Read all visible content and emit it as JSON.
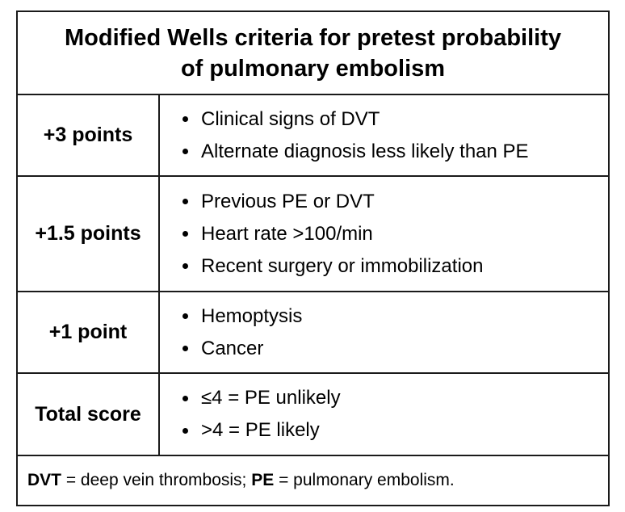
{
  "title": {
    "line1": "Modified Wells criteria for pretest probability",
    "line2": "of pulmonary embolism"
  },
  "rows": [
    {
      "label": "+3 points",
      "items": [
        "Clinical signs of DVT",
        "Alternate diagnosis less likely than PE"
      ]
    },
    {
      "label": "+1.5 points",
      "items": [
        "Previous PE or DVT",
        "Heart rate >100/min",
        "Recent surgery or immobilization"
      ]
    },
    {
      "label": "+1 point",
      "items": [
        "Hemoptysis",
        "Cancer"
      ]
    },
    {
      "label": "Total score",
      "items": [
        "≤4 = PE unlikely",
        ">4 = PE likely"
      ]
    }
  ],
  "footer": {
    "abbr1": "DVT",
    "def1": " = deep vein thrombosis; ",
    "abbr2": "PE",
    "def2": " = pulmonary embolism."
  }
}
